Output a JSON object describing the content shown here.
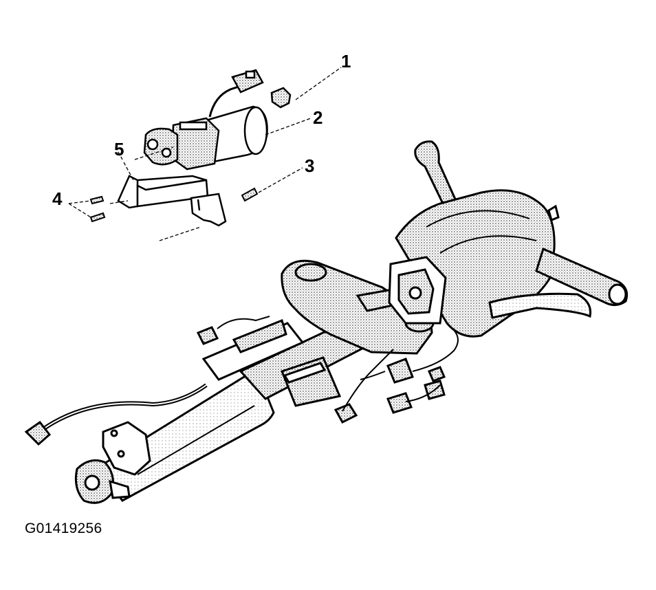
{
  "figure": {
    "id_label": "G01419256"
  },
  "callouts": [
    {
      "label": "1",
      "part": "connector-clip"
    },
    {
      "label": "2",
      "part": "tilt-motor"
    },
    {
      "label": "3",
      "part": "bracket-nut"
    },
    {
      "label": "4",
      "part": "bracket-screws"
    },
    {
      "label": "5",
      "part": "motor-bracket"
    }
  ],
  "colors": {
    "ink": "#000000",
    "paper": "#ffffff",
    "shade": "#7a7a7a",
    "light_shade": "#c8c8c8"
  }
}
